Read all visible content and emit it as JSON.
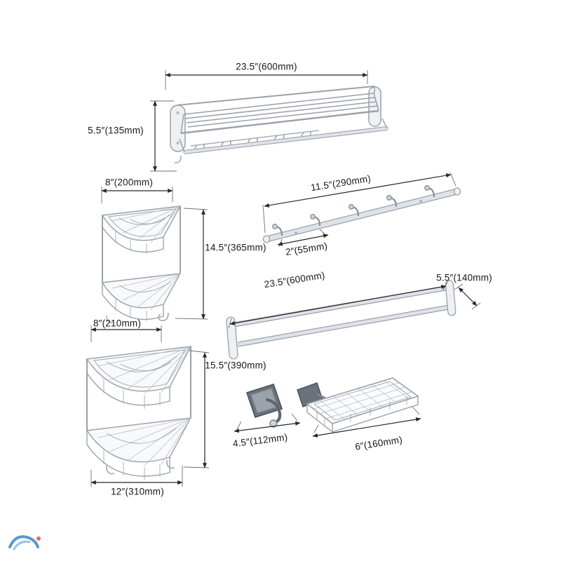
{
  "colors": {
    "dimension_line": "#26282b",
    "chrome_stroke": "#99a1a9",
    "chrome_light": "#dfe3e7",
    "dark_fitting": "#565d66",
    "background": "#ffffff"
  },
  "labels": {
    "towel_rack_width": "23.5″(600mm)",
    "towel_rack_height": "5.5″(135mm)",
    "corner_small_width": "8″(200mm)",
    "corner_small_height": "14.5″(365mm)",
    "hook_rail_length": "11.5″(290mm)",
    "hook_rail_spacing": "2″(55mm)",
    "towel_bar_length": "23.5″(600mm)",
    "towel_bar_depth": "5.5″(140mm)",
    "corner_large_width": "8″(210mm)",
    "corner_large_height": "15.5″(390mm)",
    "corner_large_base": "12″(310mm)",
    "robe_hook_width": "4.5″(112mm)",
    "soap_basket_width": "6″(160mm)"
  }
}
